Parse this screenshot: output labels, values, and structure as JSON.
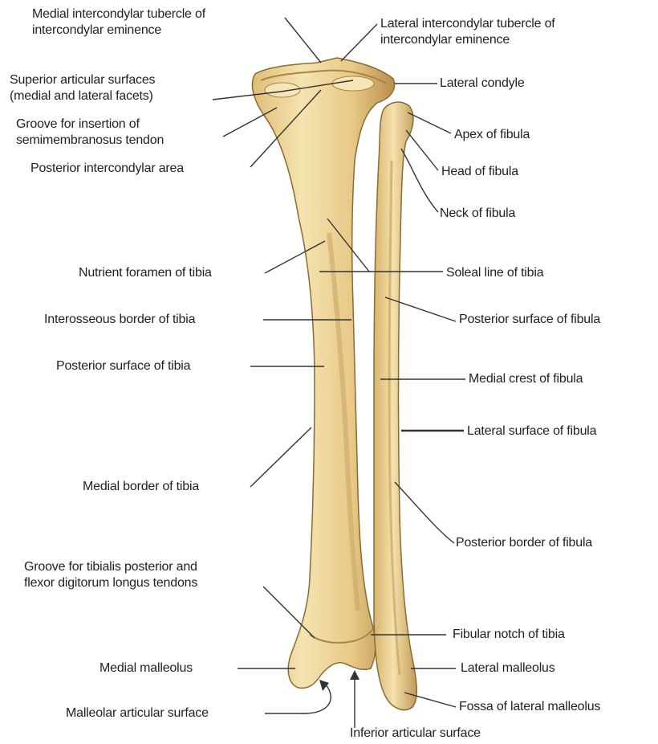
{
  "colors": {
    "bone_light": "#f2dfa8",
    "bone_mid": "#e3c27e",
    "bone_shadow": "#b8914f",
    "bone_outline": "#8a6a35",
    "leader": "#333333",
    "text": "#222222"
  },
  "labels": {
    "medial_intercondylar": [
      "Medial intercondylar tubercle of",
      "intercondylar eminence"
    ],
    "lateral_intercondylar": [
      "Lateral intercondylar tubercle of",
      "intercondylar eminence"
    ],
    "superior_articular": [
      "Superior articular surfaces",
      "(medial and lateral facets)"
    ],
    "lateral_condyle": "Lateral condyle",
    "groove_semimembranosus": [
      "Groove for insertion of",
      "semimembranosus tendon"
    ],
    "apex_fibula": "Apex of fibula",
    "posterior_intercondylar": "Posterior intercondylar area",
    "head_fibula": "Head of fibula",
    "neck_fibula": "Neck of fibula",
    "nutrient_foramen": "Nutrient foramen of tibia",
    "soleal_line": "Soleal line of tibia",
    "interosseous_border": "Interosseous border of tibia",
    "posterior_surface_fibula": "Posterior surface of fibula",
    "posterior_surface_tibia": "Posterior surface of tibia",
    "medial_crest_fibula": "Medial crest of fibula",
    "lateral_surface_fibula": "Lateral surface of fibula",
    "medial_border_tibia": "Medial border of tibia",
    "posterior_border_fibula": "Posterior border of fibula",
    "groove_tibialis": [
      "Groove for tibialis posterior and",
      "flexor digitorum longus tendons"
    ],
    "fibular_notch": "Fibular notch of tibia",
    "medial_malleolus": "Medial malleolus",
    "lateral_malleolus": "Lateral malleolus",
    "malleolar_articular": "Malleolar articular surface",
    "fossa_lateral_malleolus": "Fossa of lateral malleolus",
    "inferior_articular": "Inferior articular surface"
  }
}
